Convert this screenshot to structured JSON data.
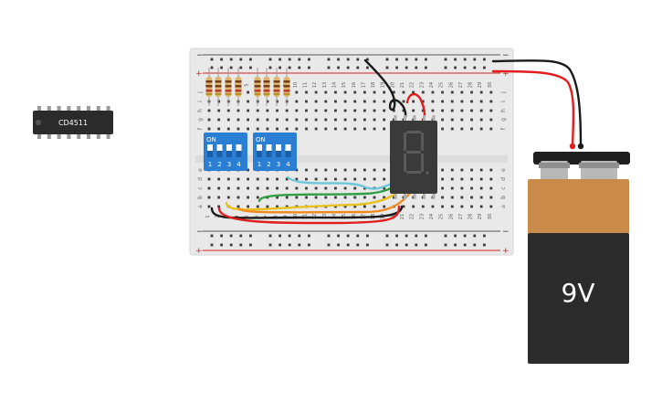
{
  "chip": {
    "label": "CD4511"
  },
  "breadboard": {
    "column_numbers": [
      "1",
      "2",
      "3",
      "4",
      "5",
      "6",
      "7",
      "8",
      "9",
      "10",
      "11",
      "12",
      "13",
      "14",
      "15",
      "16",
      "17",
      "18",
      "19",
      "20",
      "21",
      "22",
      "23",
      "24",
      "25",
      "26",
      "27",
      "28",
      "29",
      "30"
    ],
    "row_letters_top": [
      "j",
      "i",
      "h",
      "g",
      "f"
    ],
    "row_letters_bottom": [
      "e",
      "d",
      "c",
      "b",
      "a"
    ],
    "rail_minus": "−",
    "rail_plus": "+"
  },
  "dip_switches": [
    {
      "on_label": "ON",
      "numbers": [
        "1",
        "2",
        "3",
        "4"
      ]
    },
    {
      "on_label": "ON",
      "numbers": [
        "1",
        "2",
        "3",
        "4"
      ]
    }
  ],
  "battery": {
    "label": "9V"
  },
  "colors": {
    "breadboard": "#e9e9e9",
    "rail_red": "#d32222",
    "dip_blue": "#2a7fd4",
    "chip_body": "#2b2b2b",
    "display_body": "#3a3a3a",
    "battery_orange": "#c98a4a",
    "battery_black": "#2b2b2b",
    "wire_green": "#2ea043",
    "wire_cyan": "#6cc7d8",
    "wire_yellow": "#e8c21c",
    "wire_orange": "#f08a1c",
    "wire_red": "#e01e1e",
    "wire_black": "#1a1a1a"
  }
}
